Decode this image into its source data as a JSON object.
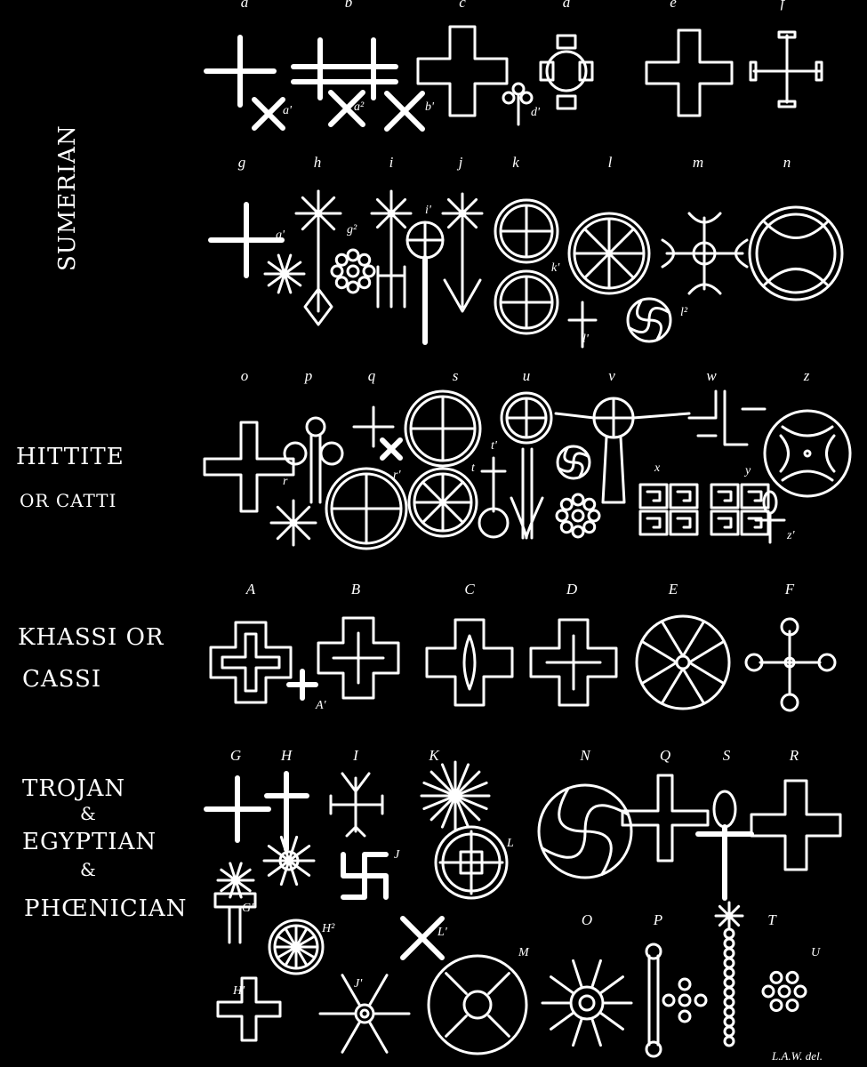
{
  "sections": {
    "sumerian": "SUMERIAN",
    "hittite": [
      "HITTITE",
      "OR CATTI"
    ],
    "khassi": [
      "KHASSI OR",
      "CASSI"
    ],
    "trojan": [
      "TROJAN",
      "&",
      "EGYPTIAN",
      "&",
      "PHŒNICIAN"
    ]
  },
  "letters": {
    "row1": [
      "a",
      "b",
      "c",
      "d",
      "e",
      "f"
    ],
    "row2": [
      "g",
      "h",
      "i",
      "j",
      "k",
      "l",
      "m",
      "n"
    ],
    "row3": [
      "o",
      "p",
      "q",
      "s",
      "u",
      "v",
      "w",
      "z"
    ],
    "row4": [
      "A",
      "B",
      "C",
      "D",
      "E",
      "F"
    ],
    "row5": [
      "G",
      "H",
      "I",
      "K",
      "N",
      "Q",
      "S",
      "R"
    ],
    "row6": [
      "O",
      "P",
      "T"
    ]
  },
  "sublabels": [
    "a'",
    "a²",
    "b'",
    "d'",
    "g'",
    "g²",
    "i'",
    "k'",
    "l'",
    "l²",
    "r",
    "r'",
    "t",
    "t'",
    "x",
    "y",
    "z'",
    "A'",
    "G'",
    "H²",
    "H'",
    "J",
    "J'",
    "L",
    "L'",
    "M",
    "U"
  ],
  "signature": "L.A.W. del."
}
